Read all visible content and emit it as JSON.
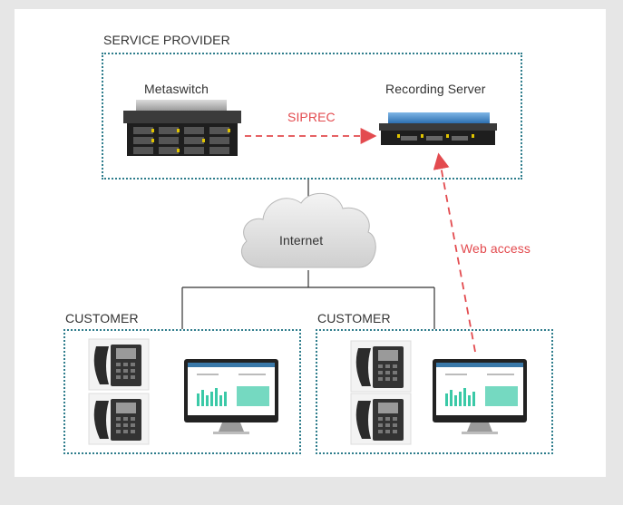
{
  "diagram": {
    "provider_title": "SERVICE PROVIDER",
    "metaswitch_label": "Metaswitch",
    "recording_label": "Recording Server",
    "siprec_label": "SIPREC",
    "internet_label": "Internet",
    "web_access_label": "Web access",
    "customer_left_label": "CUSTOMER",
    "customer_right_label": "CUSTOMER"
  },
  "colors": {
    "accent_dashed_arrow": "#e34b4f",
    "box_border": "#2f7d8c",
    "line": "#333333",
    "screen_bars": "#3bc9a7"
  }
}
